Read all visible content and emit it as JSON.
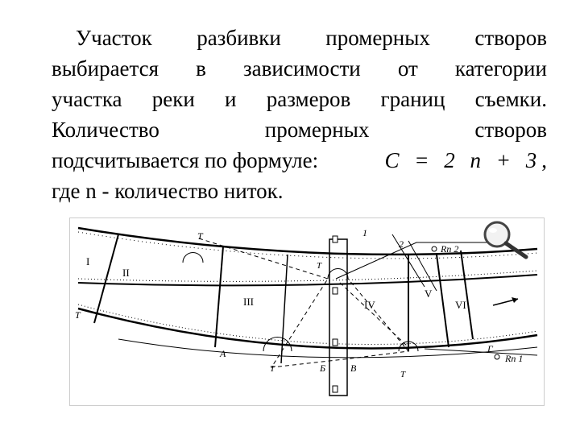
{
  "paragraph": {
    "line1": [
      "Участок",
      "разбивки",
      "промерных",
      "створов"
    ],
    "line2": [
      "выбирается",
      "в",
      "зависимости",
      "от",
      "категории"
    ],
    "line3": [
      "участка",
      "реки",
      "и",
      "размеров",
      "границ",
      "съемки."
    ],
    "line4": [
      "Количество",
      "промерных",
      "створов"
    ],
    "line5_prefix": "подсчитывается по формуле:",
    "formula": "C = 2 n + 3",
    "line5_suffix": ",",
    "line6": "где n - количество ниток."
  },
  "figure_labels": {
    "section_I": "I",
    "section_II": "II",
    "section_III": "III",
    "section_IV": "IV",
    "section_V": "V",
    "section_VI": "VI",
    "point_T_left_top": "T",
    "point_T_left_bottom": "T",
    "point_T_center": "T",
    "point_T_bottom_left": "T",
    "point_T_bottom_right": "T",
    "point_A": "A",
    "point_B_cyr": "Б",
    "point_V_cyr": "В",
    "point_G": "Г",
    "mark_1": "1",
    "mark_2": "2",
    "rp2": "Rп 2",
    "rp1": "Rп 1"
  },
  "icons": [
    "magnifier-icon",
    "flow-arrow-icon"
  ]
}
